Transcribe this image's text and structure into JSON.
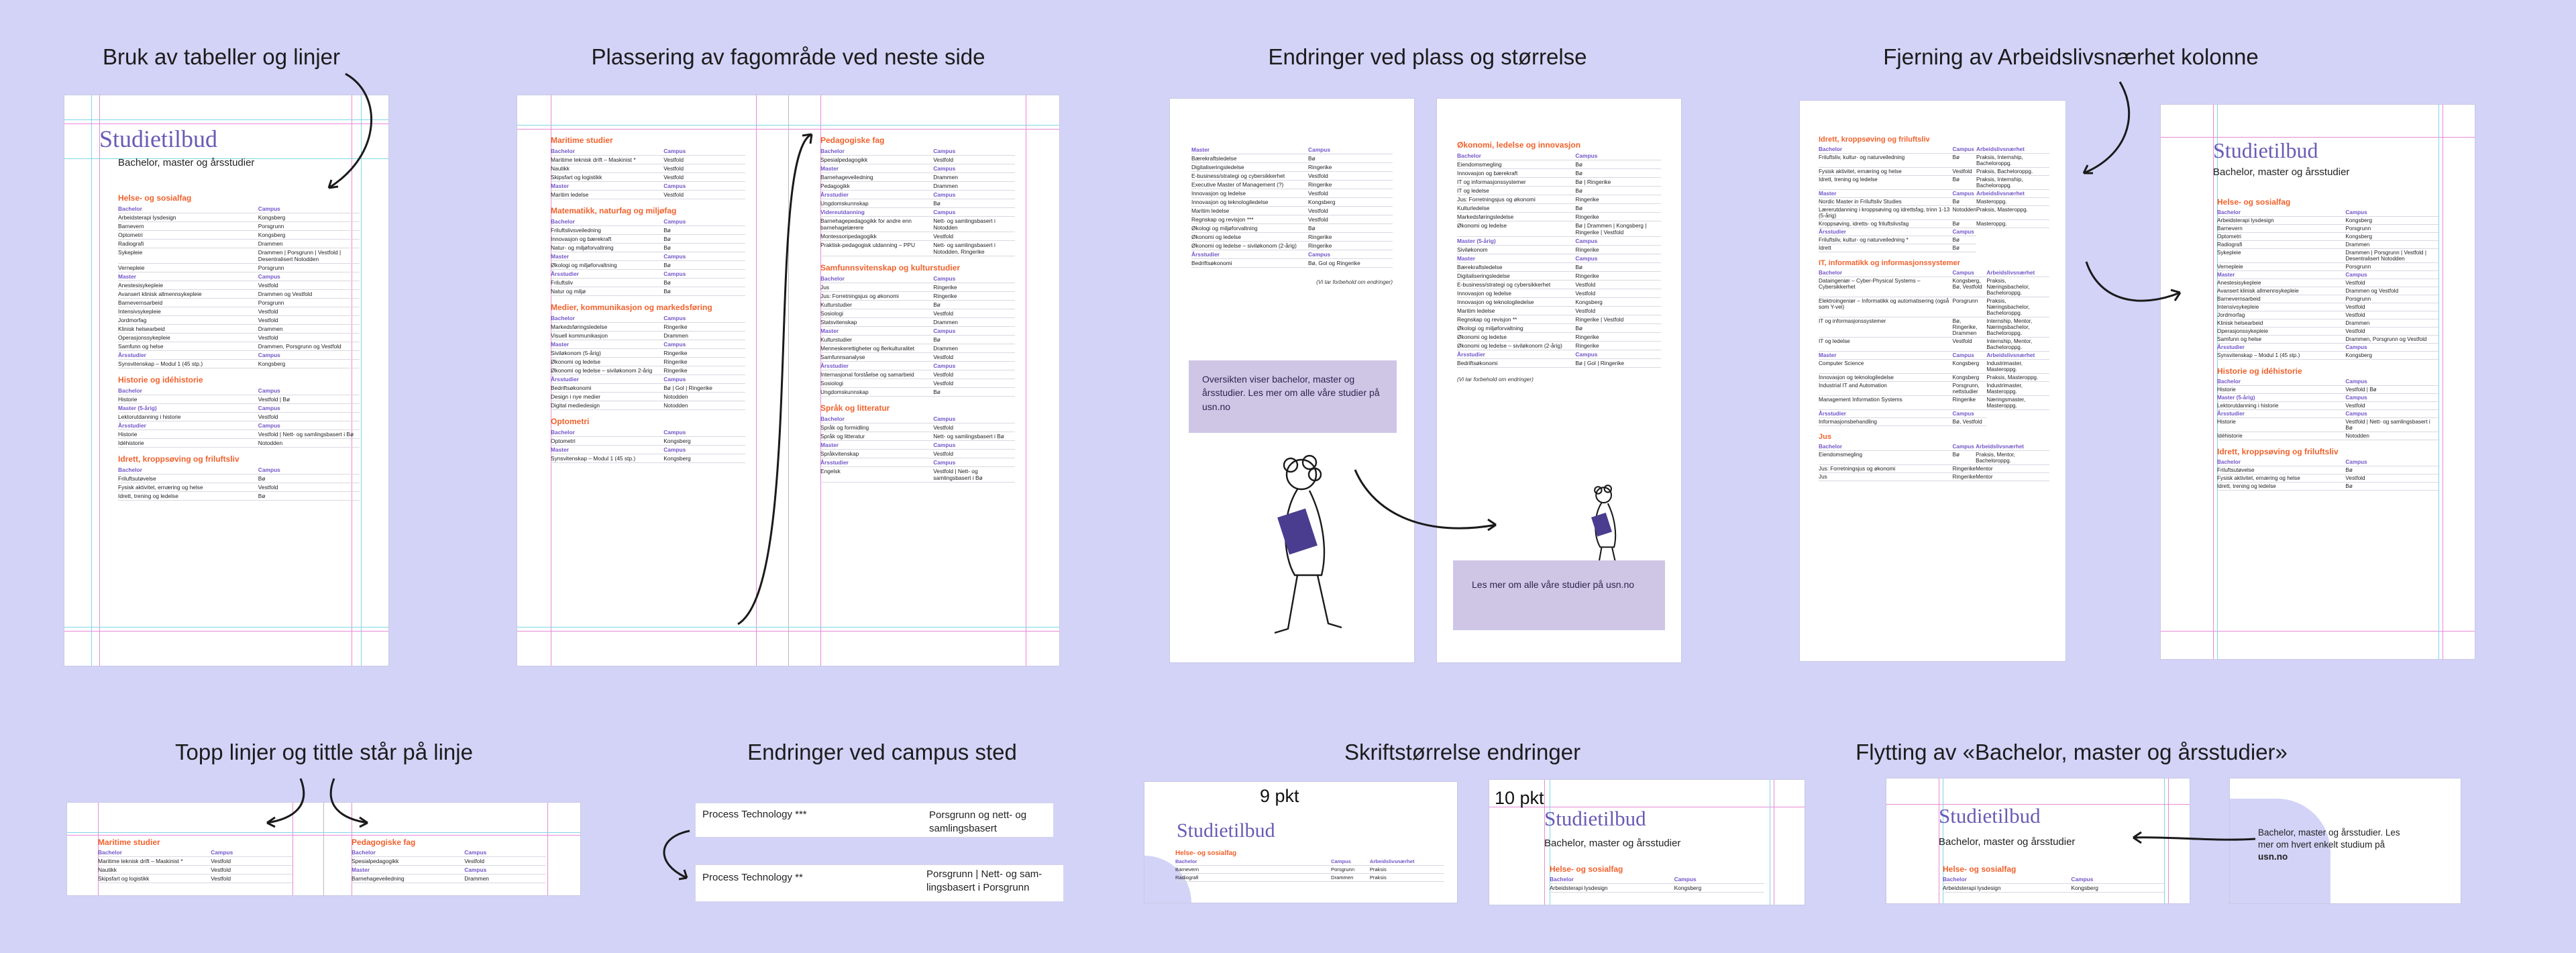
{
  "titles": {
    "t1": "Bruk av tabeller og linjer",
    "t2": "Plassering av fagområde ved neste side",
    "t3": "Endringer ved plass og størrelse",
    "t4": "Fjerning av Arbeidslivsnærhet kolonne",
    "t5": "Topp linjer og tittle står på linje",
    "t6": "Endringer ved campus sted",
    "t7": "Skriftstørrelse endringer",
    "t8": "Flytting av «Bachelor, master og årsstudier»"
  },
  "doc": {
    "title": "Studietilbud",
    "subtitle": "Bachelor, master og årsstudier",
    "col_bachelor": "Bachelor",
    "col_master": "Master",
    "col_arsstudier": "Årsstudier",
    "col_master5": "Master (5-årig)",
    "col_campus": "Campus",
    "col_arbeid": "Arbeidslivsnærhet"
  },
  "panel1": {
    "helse": "Helse- og sosialfag",
    "helse_bachelor": [
      [
        "Arbeidsterapi lysdesign",
        "Kongsberg"
      ],
      [
        "Barnevern",
        "Porsgrunn"
      ],
      [
        "Optometri",
        "Kongsberg"
      ],
      [
        "Radiografi",
        "Drammen"
      ],
      [
        "Sykepleie",
        "Drammen | Porsgrunn | Vestfold | Desentralisert Notodden"
      ],
      [
        "Vernepleie",
        "Porsgrunn"
      ]
    ],
    "helse_master": [
      [
        "Anestesisykepleie",
        "Vestfold"
      ],
      [
        "Avansert klinisk allmennsykepleie",
        "Drammen og Vestfold"
      ],
      [
        "Barnevernsarbeid",
        "Porsgrunn"
      ],
      [
        "Intensivsykepleie",
        "Vestfold"
      ],
      [
        "Jordmorfag",
        "Vestfold"
      ],
      [
        "Klinisk helsearbeid",
        "Drammen"
      ],
      [
        "Operasjonssykepleie",
        "Vestfold"
      ],
      [
        "Samfunn og helse",
        "Drammen, Porsgrunn og Vestfold"
      ]
    ],
    "helse_ars": [
      [
        "Synsvitenskap – Modul 1 (45 stp.)",
        "Kongsberg"
      ]
    ],
    "historie": "Historie og idéhistorie",
    "historie_bachelor": [
      [
        "Historie",
        "Vestfold | Bø"
      ]
    ],
    "historie_master": [
      [
        "Lektorutdanning i historie",
        "Vestfold"
      ]
    ],
    "historie_ars": [
      [
        "Historie",
        "Vestfold | Nett- og samlingsbasert i Bø"
      ],
      [
        "Idéhistorie",
        "Notodden"
      ]
    ],
    "idrett": "Idrett, kroppsøving og friluftsliv",
    "idrett_bachelor": [
      [
        "Friluftsutøvelse",
        "Bø"
      ],
      [
        "Fysisk aktivitet, ernæring og helse",
        "Vestfold"
      ],
      [
        "Idrett, trening og ledelse",
        "Bø"
      ]
    ]
  },
  "panel2": {
    "left": [
      {
        "name": "Maritime studier",
        "groups": [
          {
            "h": "Bachelor",
            "rows": [
              [
                "Maritime teknisk drift – Maskinist *",
                "Vestfold"
              ],
              [
                "Nautikk",
                "Vestfold"
              ],
              [
                "Skipsfart og logistikk",
                "Vestfold"
              ]
            ]
          },
          {
            "h": "Master",
            "rows": [
              [
                "Maritim ledelse",
                "Vestfold"
              ]
            ]
          }
        ]
      },
      {
        "name": "Matematikk, naturfag og miljøfag",
        "groups": [
          {
            "h": "Bachelor",
            "rows": [
              [
                "Friluftslivsveiledning",
                "Bø"
              ],
              [
                "Innovasjon og bærekraft",
                "Bø"
              ],
              [
                "Natur- og miljøforvaltning",
                "Bø"
              ]
            ]
          },
          {
            "h": "Master",
            "rows": [
              [
                "Økologi og miljøforvaltning",
                "Bø"
              ]
            ]
          },
          {
            "h": "Årsstudier",
            "rows": [
              [
                "Friluftsliv",
                "Bø"
              ],
              [
                "Natur og miljø",
                "Bø"
              ]
            ]
          }
        ]
      },
      {
        "name": "Medier, kommunikasjon og markedsføring",
        "groups": [
          {
            "h": "Bachelor",
            "rows": [
              [
                "Markedsføringsledelse",
                "Ringerike"
              ],
              [
                "Visuell kommunikasjon",
                "Drammen"
              ]
            ]
          },
          {
            "h": "Master",
            "rows": [
              [
                "Siviløkonom (5-årig)",
                "Ringerike"
              ],
              [
                "Økonomi og ledelse",
                "Ringerike"
              ],
              [
                "Økonomi og ledelse – siviløkonom 2-årig",
                "Ringerike"
              ]
            ]
          },
          {
            "h": "Årsstudier",
            "rows": [
              [
                "Bedriftsøkonomi",
                "Bø | Gol | Ringerike"
              ],
              [
                "Design i nye medier",
                "Notodden"
              ],
              [
                "Digital mediedesign",
                "Notodden"
              ]
            ]
          }
        ]
      },
      {
        "name": "Optometri",
        "groups": [
          {
            "h": "Bachelor",
            "rows": [
              [
                "Optometri",
                "Kongsberg"
              ]
            ]
          },
          {
            "h": "Master",
            "rows": [
              [
                "Synsvitenskap – Modul 1 (45 stp.)",
                "Kongsberg"
              ]
            ]
          }
        ]
      }
    ],
    "right": [
      {
        "name": "Pedagogiske fag",
        "groups": [
          {
            "h": "Bachelor",
            "rows": [
              [
                "Spesialpedagogikk",
                "Vestfold"
              ]
            ]
          },
          {
            "h": "Master",
            "rows": [
              [
                "Barnehageveiledning",
                "Drammen"
              ],
              [
                "Pedagogikk",
                "Drammen"
              ]
            ]
          },
          {
            "h": "Årsstudier",
            "rows": [
              [
                "Ungdomskunnskap",
                "Bø"
              ]
            ]
          },
          {
            "h": "Videreutdanning",
            "rows": [
              [
                "Barnehagepedagogikk for andre enn barnehagelærere",
                "Nett- og samlingsbasert i Notodden"
              ],
              [
                "Montessoripedagogikk",
                "Vestfold"
              ],
              [
                "Praktisk-pedagogisk utdanning – PPU",
                "Nett- og samlingsbasert i Notodden, Ringerike"
              ]
            ]
          }
        ]
      },
      {
        "name": "Samfunnsvitenskap og kulturstudier",
        "groups": [
          {
            "h": "Bachelor",
            "rows": [
              [
                "Jus",
                "Ringerike"
              ],
              [
                "Jus: Forretningsjus og økonomi",
                "Ringerike"
              ],
              [
                "Kulturstudier",
                "Bø"
              ],
              [
                "Sosiologi",
                "Vestfold"
              ],
              [
                "Statsvitenskap",
                "Drammen"
              ]
            ]
          },
          {
            "h": "Master",
            "rows": [
              [
                "Kulturstudier",
                "Bø"
              ],
              [
                "Menneskerettigheter og flerkulturalitet",
                "Drammen"
              ],
              [
                "Samfunnsanalyse",
                "Vestfold"
              ]
            ]
          },
          {
            "h": "Årsstudier",
            "rows": [
              [
                "Internasjonal forståelse og samarbeid",
                "Vestfold"
              ],
              [
                "Sosiologi",
                "Vestfold"
              ],
              [
                "Ungdomskunnskap",
                "Bø"
              ]
            ]
          }
        ]
      },
      {
        "name": "Språk og litteratur",
        "groups": [
          {
            "h": "Bachelor",
            "rows": [
              [
                "Språk og formidling",
                "Vestfold"
              ],
              [
                "Språk og litteratur",
                "Nett- og samlingsbasert i Bø"
              ]
            ]
          },
          {
            "h": "Master",
            "rows": [
              [
                "Språkvitenskap",
                "Vestfold"
              ]
            ]
          },
          {
            "h": "Årsstudier",
            "rows": [
              [
                "Engelsk",
                "Vestfold | Nett- og samlingsbasert i Bø"
              ]
            ]
          }
        ]
      }
    ]
  },
  "panel3": {
    "page1_master": [
      [
        "Bærekraftsledelse",
        "Bø"
      ],
      [
        "Digitaliseringsledelse",
        "Ringerike"
      ],
      [
        "E-business/strategi og cybersikkerhet",
        "Vestfold"
      ],
      [
        "Executive Master of Management (?)",
        "Ringerike"
      ],
      [
        "Innovasjon og ledelse",
        "Vestfold"
      ],
      [
        "Innovasjon og teknologiledelse",
        "Kongsberg"
      ],
      [
        "Maritim ledelse",
        "Vestfold"
      ],
      [
        "Regnskap og revisjon ***",
        "Vestfold"
      ],
      [
        "Økologi og miljøforvaltning",
        "Bø"
      ],
      [
        "Økonomi og ledelse",
        "Ringerike"
      ],
      [
        "Økonomi og ledelse – siviløkonom (2-årig)",
        "Ringerike"
      ]
    ],
    "page1_ars": [
      [
        "Bedriftsøkonomi",
        "Bø, Gol og Ringerike"
      ]
    ],
    "page1_foot": "(Vi tar forbehold om endringer)",
    "box1": "Oversikten viser bachelor, master og årsstudier. Les mer om alle våre studier på usn.no",
    "page2_section": "Økonomi, ledelse og innovasjon",
    "page2_bachelor": [
      [
        "Eiendomsmegling",
        "Bø"
      ],
      [
        "Innovasjon og bærekraft",
        "Bø"
      ],
      [
        "IT og informasjonssystemer",
        "Bø | Ringerike"
      ],
      [
        "IT og ledelse",
        "Bø"
      ],
      [
        "Jus: Forretningsjus og økonomi",
        "Ringerike"
      ],
      [
        "Kulturledelse",
        "Bø"
      ],
      [
        "Markedsføringsledelse",
        "Ringerike"
      ],
      [
        "Økonomi og ledelse",
        "Bø | Drammen | Kongsberg | Ringerike | Vestfold"
      ]
    ],
    "page2_master5": [
      [
        "Siviløkonom",
        "Ringerike"
      ]
    ],
    "page2_master": [
      [
        "Bærekraftsledelse",
        "Bø"
      ],
      [
        "Digitaliseringsledelse",
        "Ringerike"
      ],
      [
        "E-business/strategi og cybersikkerhet",
        "Vestfold"
      ],
      [
        "Innovasjon og ledelse",
        "Vestfold"
      ],
      [
        "Innovasjon og teknologiledelse",
        "Kongsberg"
      ],
      [
        "Maritim ledelse",
        "Vestfold"
      ],
      [
        "Regnskap og revisjon **",
        "Ringerike | Vestfold"
      ],
      [
        "Økologi og miljøforvaltning",
        "Bø"
      ],
      [
        "Økonomi og ledelse",
        "Ringerike"
      ],
      [
        "Økonomi og ledelse – siviløkonom (2-årig)",
        "Ringerike"
      ]
    ],
    "page2_ars": [
      [
        "Bedriftsøkonomi",
        "Bø | Gol | Ringerike"
      ]
    ],
    "page2_foot": "(Vi tar forbehold om endringer)",
    "box2": "Les mer om alle våre studier på usn.no"
  },
  "panel4": {
    "idrett": "Idrett, kroppsøving og friluftsliv",
    "idrett_bachelor": [
      [
        "Friluftsliv, kultur- og naturveiledning",
        "Bø",
        "Praksis, Internship, Bacheloroppg."
      ],
      [
        "Fysisk aktivitet, ernæring og helse",
        "Vestfold",
        "Praksis, Bacheloroppg."
      ],
      [
        "Idrett, trening og ledelse",
        "Bø",
        "Praksis, Internship, Bacheloroppg."
      ]
    ],
    "idrett_master": [
      [
        "Nordic Master in Friluftsliv Studies",
        "Bø",
        "Masteroppg."
      ],
      [
        "Lærerutdanning i kroppsøving og idrettsfag, trinn 1-13 (5-årig)",
        "Notodden",
        "Praksis, Masteroppg."
      ],
      [
        "Kroppsøving, idretts- og friluftslivsfag",
        "Bø",
        "Masteroppg."
      ]
    ],
    "idrett_ars": [
      [
        "Friluftsliv, kultur- og naturveiledning *",
        "Bø"
      ],
      [
        "Idrett",
        "Bø"
      ]
    ],
    "it": "IT, informatikk og informasjonssystemer",
    "it_bachelor": [
      [
        "Dataingeniør – Cyber-Physical Systems – Cybersikkerhet",
        "Kongsberg, Bø, Vestfold",
        "Praksis, Næringsbachelor, Bacheloroppg."
      ],
      [
        "Elektroingeniør – Informatikk og automatisering (også som Y-vei)",
        "Porsgrunn",
        "Praksis, Næringsbachelor, Bacheloroppg."
      ],
      [
        "IT og informasjonssystemer",
        "Bø, Ringerike, Drammen",
        "Internship, Mentor, Næringsbachelor, Bacheloroppg."
      ],
      [
        "IT og ledelse",
        "Vestfold",
        "Internship, Mentor, Bacheloroppg."
      ]
    ],
    "it_master": [
      [
        "Computer Science",
        "Kongsberg",
        "Industrimaster, Masteroppg."
      ],
      [
        "Innovasjon og teknologiledelse",
        "Kongsberg",
        "Praksis, Masteroppg."
      ],
      [
        "Industrial IT and Automation",
        "Porsgrunn, nettstudier",
        "Industrimaster, Masteroppg."
      ],
      [
        "Management Information Systems",
        "Ringerike",
        "Næringsmaster, Masteroppg."
      ]
    ],
    "it_ars": [
      [
        "Informasjonsbehandling",
        "Bø, Vestfold"
      ]
    ],
    "jus": "Jus",
    "jus_bachelor": [
      [
        "Eiendomsmegling",
        "Bø",
        "Praksis, Mentor, Bacheloroppg."
      ],
      [
        "Jus: Forretningsjus og økonomi",
        "Ringerike",
        "Mentor"
      ],
      [
        "Jus",
        "Ringerike",
        "Mentor"
      ]
    ],
    "right_helse_bachelor": [
      [
        "Arbeidsterapi lysdesign",
        "Kongsberg"
      ],
      [
        "Barnevern",
        "Porsgrunn"
      ],
      [
        "Optometri",
        "Kongsberg"
      ],
      [
        "Radiografi",
        "Drammen"
      ],
      [
        "Sykepleie",
        "Drammen | Porsgrunn | Vestfold | Desentralisert Notodden"
      ],
      [
        "Vernepleie",
        "Porsgrunn"
      ]
    ],
    "right_helse_master": [
      [
        "Anestesisykepleie",
        "Vestfold"
      ],
      [
        "Avansert klinisk allmennsykepleie",
        "Drammen og Vestfold"
      ],
      [
        "Barnevernsarbeid",
        "Porsgrunn"
      ],
      [
        "Intensivsykepleie",
        "Vestfold"
      ],
      [
        "Jordmorfag",
        "Vestfold"
      ],
      [
        "Klinisk helsearbeid",
        "Drammen"
      ],
      [
        "Operasjonssykepleie",
        "Vestfold"
      ],
      [
        "Samfunn og helse",
        "Drammen, Porsgrunn og Vestfold"
      ]
    ],
    "right_helse_ars": [
      [
        "Synsvitenskap – Modul 1 (45 stp.)",
        "Kongsberg"
      ]
    ],
    "right_hist_bachelor": [
      [
        "Historie",
        "Vestfold | Bø"
      ]
    ],
    "right_hist_master": [
      [
        "Lektorutdanning i historie",
        "Vestfold"
      ]
    ],
    "right_hist_ars": [
      [
        "Historie",
        "Vestfold | Nett- og samlingsbasert i Bø"
      ],
      [
        "Idéhistorie",
        "Notodden"
      ]
    ],
    "right_idrett_bachelor": [
      [
        "Friluftsutøvelse",
        "Bø"
      ],
      [
        "Fysisk aktivitet, ernæring og helse",
        "Vestfold"
      ],
      [
        "Idrett, trening og ledelse",
        "Bø"
      ]
    ]
  },
  "panel5": {
    "left_section": "Maritime studier",
    "left_rows": [
      [
        "Maritime teknisk drift – Maskinist *",
        "Vestfold"
      ],
      [
        "Nautikk",
        "Vestfold"
      ],
      [
        "Skipsfart og logistikk",
        "Vestfold"
      ]
    ],
    "right_section": "Pedagogiske fag",
    "right_rows_b": [
      [
        "Spesialpedagogikk",
        "Vestfold"
      ]
    ],
    "right_rows_m": [
      [
        "Barnehageveiledning",
        "Drammen"
      ]
    ]
  },
  "panel6": {
    "row1_name": "Process Technology ***",
    "row1_campus": "Porsgrunn og nett- og samlingsbasert",
    "row2_name": "Process Technology **",
    "row2_campus": "Porsgrunn | Nett- og sam-lingsbasert i Porsgrunn"
  },
  "panel7": {
    "label_a": "9 pkt",
    "label_b": "10 pkt",
    "rows_a": [
      [
        "Barnevern",
        "Porsgrunn",
        "Praksis"
      ],
      [
        "Radiografi",
        "Drammen",
        "Praksis"
      ]
    ],
    "row_b": [
      "Arbeidsterapi lysdesign",
      "Kongsberg"
    ]
  },
  "panel8": {
    "row": [
      "Arbeidsterapi lysdesign",
      "Kongsberg"
    ],
    "callout": "Bachelor, master og årsstudier. Les mer om hvert enkelt studium på",
    "callout_link": "usn.no"
  }
}
